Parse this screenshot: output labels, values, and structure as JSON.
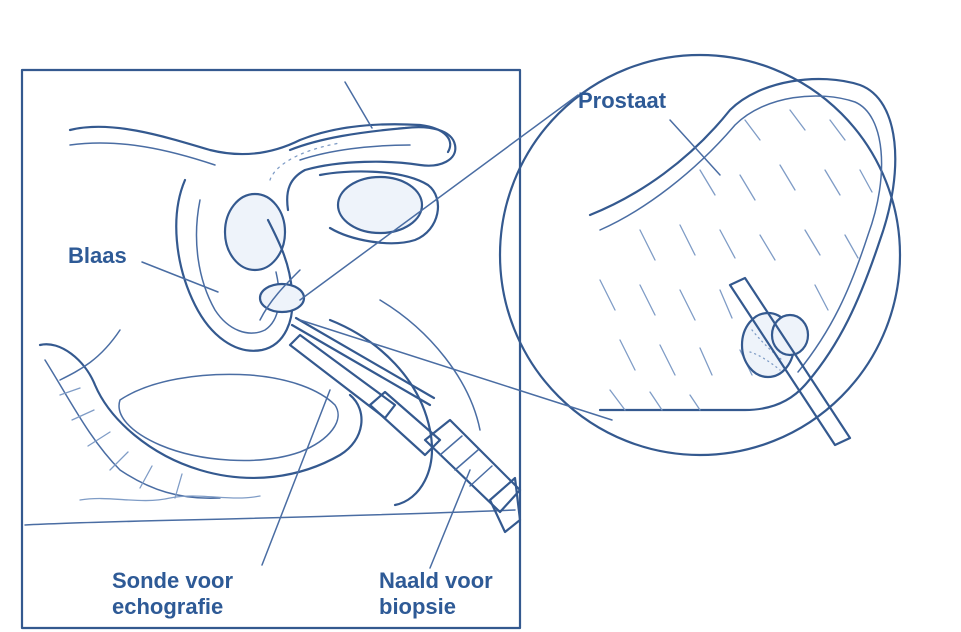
{
  "labels": {
    "prostate": "Prostaat",
    "bladder": "Blaas",
    "probe_line1": "Sonde voor",
    "probe_line2": "echografie",
    "needle_line1": "Naald voor",
    "needle_line2": "biopsie"
  },
  "colors": {
    "ink": "#34598f",
    "text": "#2e5a96",
    "background": "#ffffff"
  }
}
